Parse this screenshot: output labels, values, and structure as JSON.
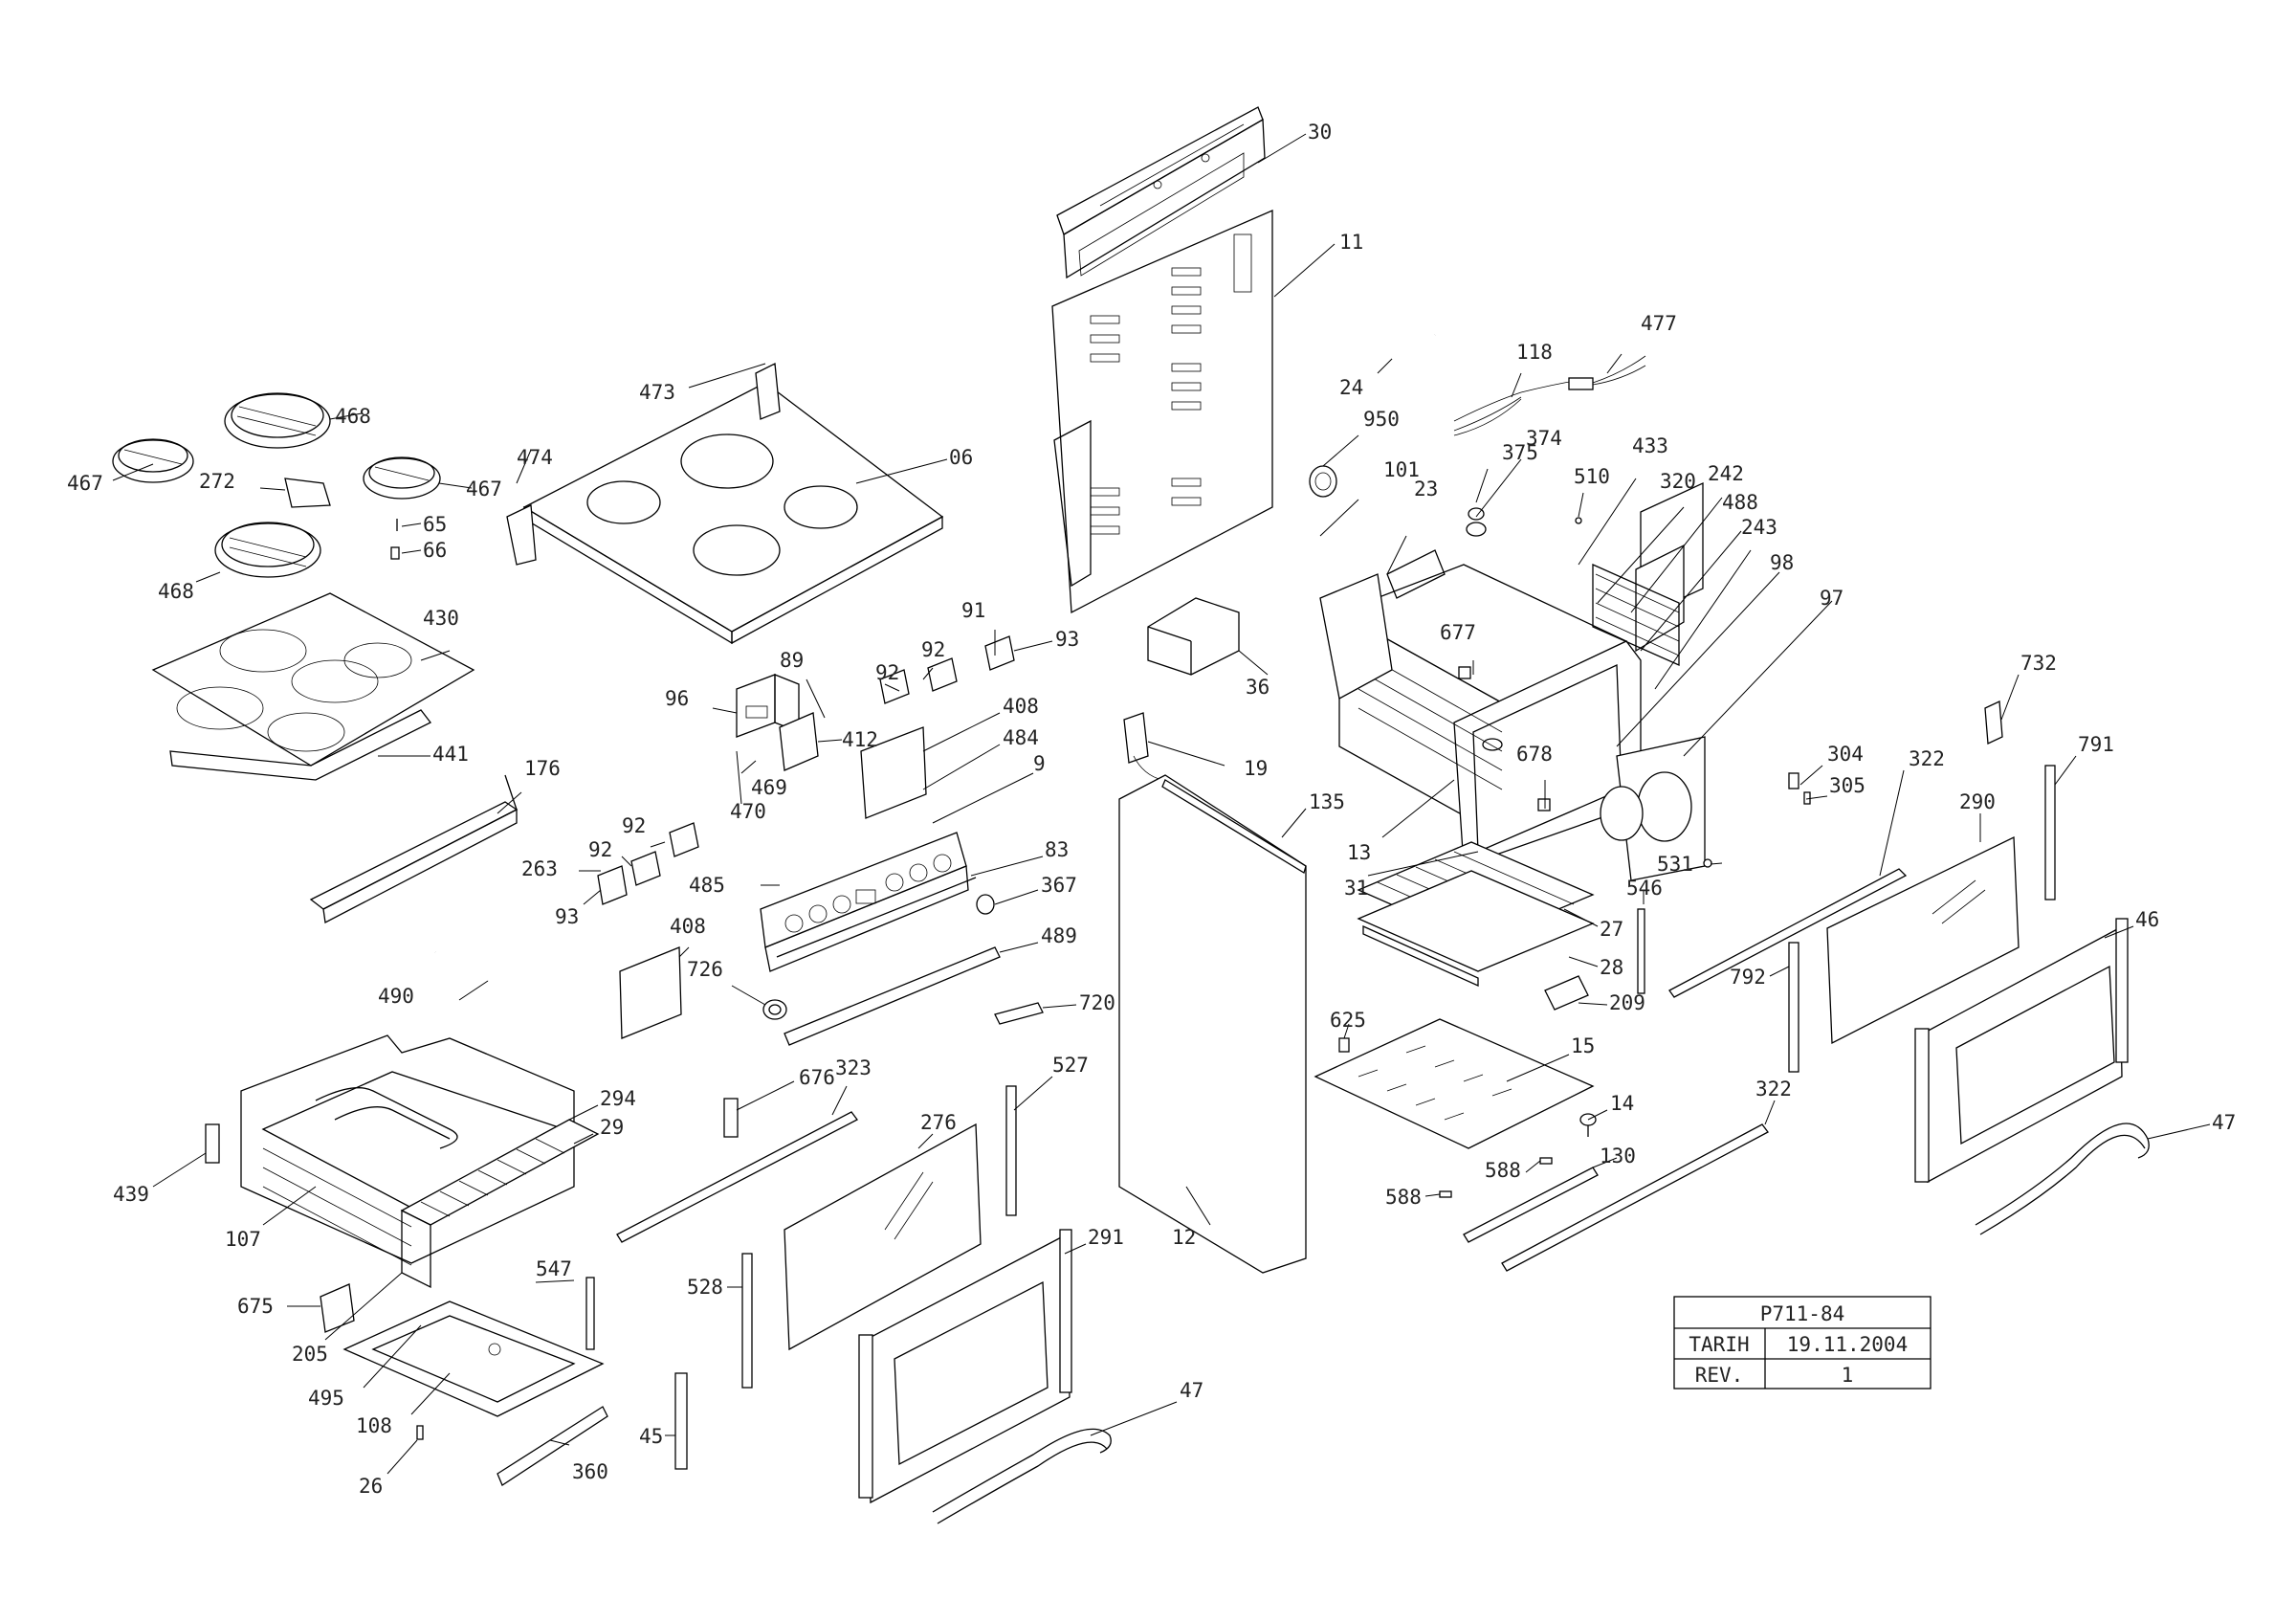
{
  "drawing_number": "P711-84",
  "title_block": {
    "date_label": "TARIH",
    "date_value": "19.11.2004",
    "rev_label": "REV.",
    "rev_value": "1"
  },
  "labels": {
    "l30": "30",
    "l11": "11",
    "l06": "06",
    "l473": "473",
    "l474": "474",
    "l468a": "468",
    "l468b": "468",
    "l467a": "467",
    "l467b": "467",
    "l272": "272",
    "l65": "65",
    "l66": "66",
    "l430": "430",
    "l441": "441",
    "l176": "176",
    "l490": "490",
    "l96": "96",
    "l89": "89",
    "l412": "412",
    "l469": "469",
    "l470": "470",
    "l91": "91",
    "l93a": "93",
    "l92a": "92",
    "l92b": "92",
    "l408a": "408",
    "l484": "484",
    "l9": "9",
    "l83": "83",
    "l367": "367",
    "l489": "489",
    "l485": "485",
    "l92c": "92",
    "l92d": "92",
    "l263": "263",
    "l93b": "93",
    "l408b": "408",
    "l726": "726",
    "l720": "720",
    "l36": "36",
    "l19": "19",
    "l135": "135",
    "l12": "12",
    "l24": "24",
    "l950": "950",
    "l118": "118",
    "l477": "477",
    "l375": "375",
    "l374": "374",
    "l101": "101",
    "l23": "23",
    "l510": "510",
    "l433": "433",
    "l320": "320",
    "l242": "242",
    "l488": "488",
    "l243": "243",
    "l98": "98",
    "l97": "97",
    "l677": "677",
    "l678": "678",
    "l13": "13",
    "l31": "31",
    "l27": "27",
    "l28": "28",
    "l546": "546",
    "l531": "531",
    "l209": "209",
    "l625": "625",
    "l15": "15",
    "l14": "14",
    "l588a": "588",
    "l588b": "588",
    "l130": "130",
    "l304": "304",
    "l305": "305",
    "l322a": "322",
    "l322b": "322",
    "l290": "290",
    "l732": "732",
    "l791": "791",
    "l792": "792",
    "l46": "46",
    "l47a": "47",
    "l47b": "47",
    "l439": "439",
    "l107": "107",
    "l294": "294",
    "l29": "29",
    "l676": "676",
    "l323": "323",
    "l527": "527",
    "l276": "276",
    "l291": "291",
    "l547": "547",
    "l675": "675",
    "l205": "205",
    "l495": "495",
    "l108": "108",
    "l26": "26",
    "l360": "360",
    "l528": "528",
    "l45": "45"
  }
}
